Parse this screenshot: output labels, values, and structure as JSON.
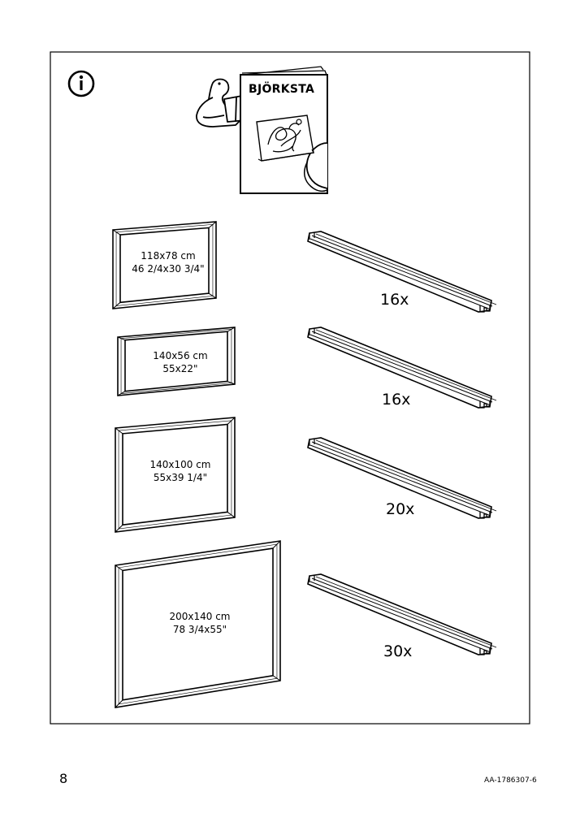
{
  "booklet": {
    "title": "BJÖRKSTA"
  },
  "frames": [
    {
      "size_metric": "118x78 cm",
      "size_imperial": "46 2/4x30 3/4\"",
      "quantity": "16x"
    },
    {
      "size_metric": "140x56 cm",
      "size_imperial": "55x22\"",
      "quantity": "16x"
    },
    {
      "size_metric": "140x100 cm",
      "size_imperial": "55x39 1/4\"",
      "quantity": "20x"
    },
    {
      "size_metric": "200x140 cm",
      "size_imperial": "78 3/4x55\"",
      "quantity": "30x"
    }
  ],
  "footer": {
    "page_number": "8",
    "document_id": "AA-1786307-6"
  },
  "icons": {
    "info": "info-icon",
    "manual": "manual-booklet-icon",
    "reader": "person-reading-icon"
  }
}
